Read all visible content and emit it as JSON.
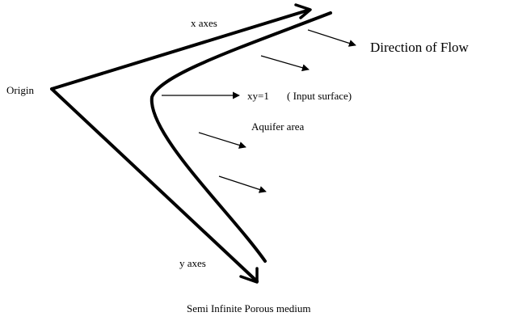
{
  "labels": {
    "x_axis": "x axes",
    "origin": "Origin",
    "direction_of_flow": "Direction of Flow",
    "xy_equation": "xy=1",
    "input_surface": "( Input surface)",
    "aquifer_area": "Aquifer area",
    "y_axis": "y axes",
    "medium": "Semi Infinite Porous medium"
  },
  "colors": {
    "ink": "#000000",
    "background": "#ffffff"
  }
}
